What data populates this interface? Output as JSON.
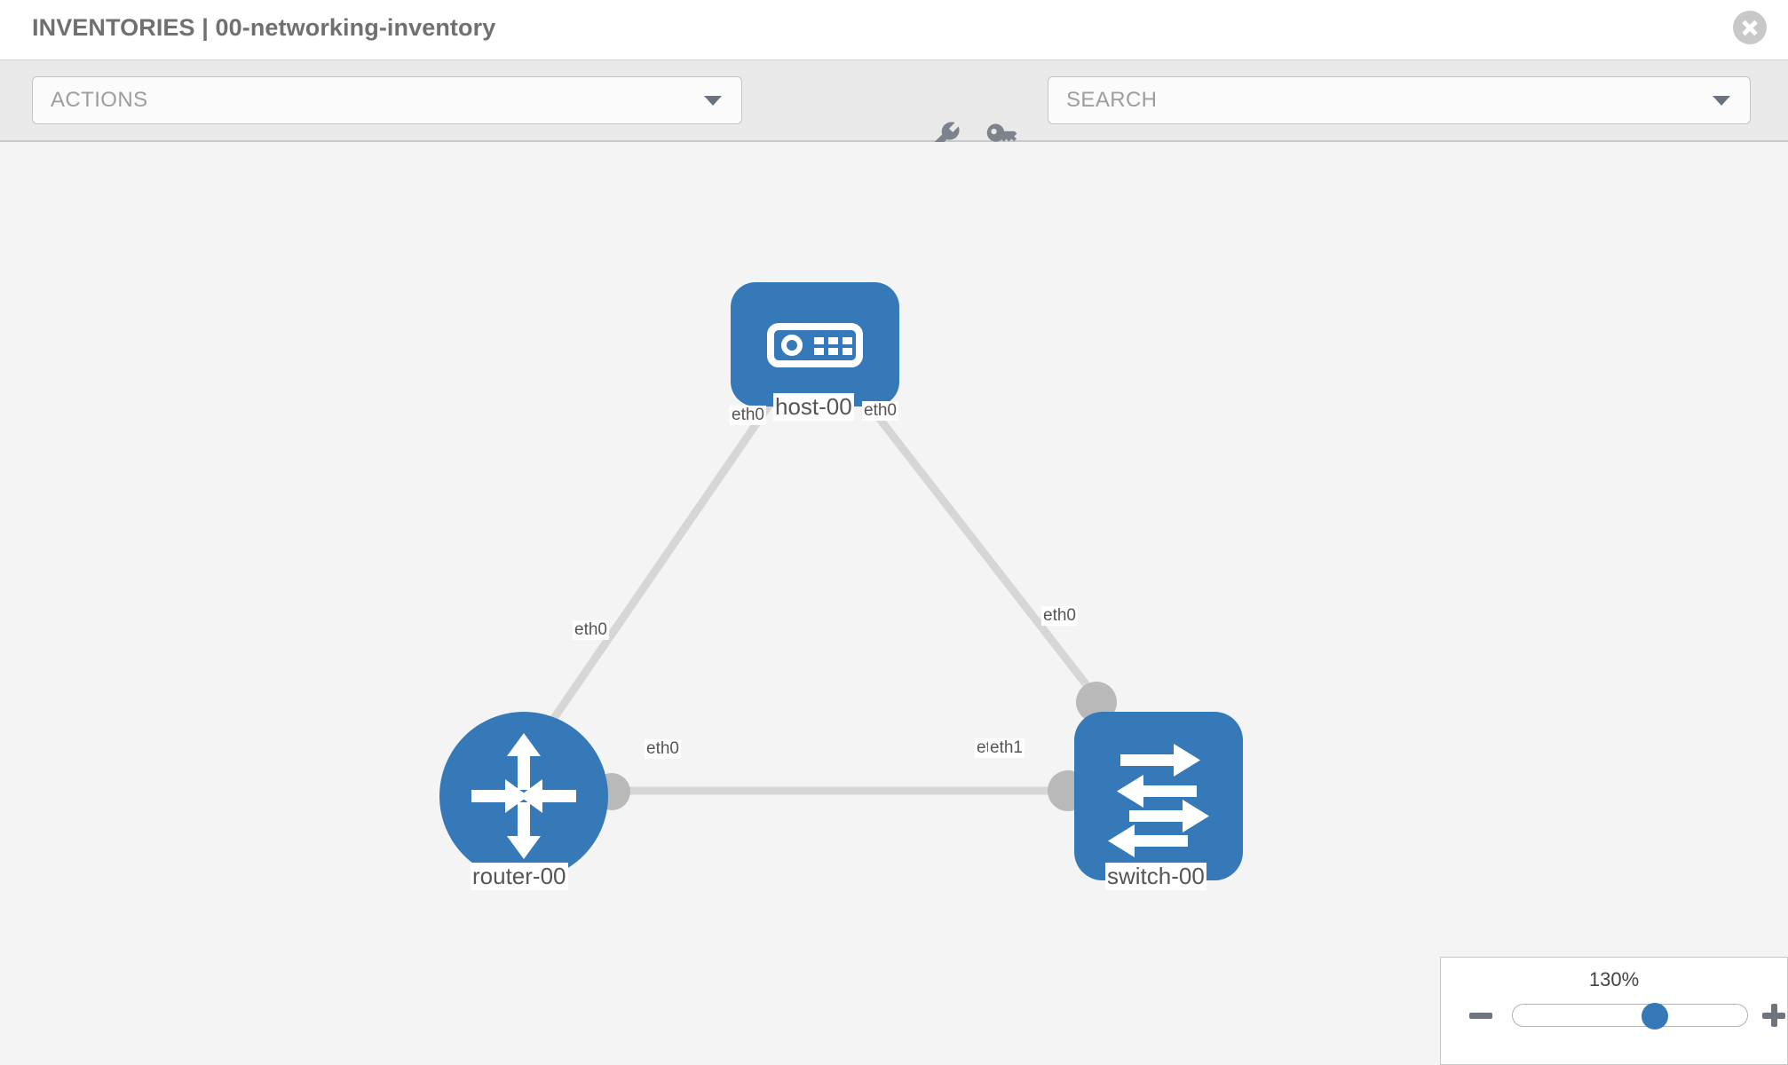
{
  "header": {
    "title": "INVENTORIES | 00-networking-inventory",
    "close_label": "close-icon"
  },
  "toolbar": {
    "actions_label": "ACTIONS",
    "search_placeholder": "SEARCH",
    "wrench_icon": "wrench-icon",
    "key_icon": "key-icon"
  },
  "topology": {
    "nodes": [
      {
        "id": "host-00",
        "label": "host-00",
        "type": "host",
        "shape": "rounded-square",
        "color": "#3579b8"
      },
      {
        "id": "router-00",
        "label": "router-00",
        "type": "router",
        "shape": "circle",
        "color": "#3579b8"
      },
      {
        "id": "switch-00",
        "label": "switch-00",
        "type": "switch",
        "shape": "rounded-square",
        "color": "#3579b8"
      }
    ],
    "edges": [
      {
        "from": "host-00",
        "to": "router-00",
        "from_label": "eth0",
        "to_label": "eth0"
      },
      {
        "from": "host-00",
        "to": "switch-00",
        "from_label": "eth0",
        "to_label": "eth0"
      },
      {
        "from": "router-00",
        "to": "switch-00",
        "from_label": "eth0",
        "to_label": "eth1"
      }
    ],
    "interface_labels": {
      "host_left": "eth0",
      "host_right": "eth0",
      "router_top": "eth0",
      "router_right": "eth0",
      "switch_top": "eth0",
      "switch_left_a": "eth0",
      "switch_left_b": "eth1"
    },
    "edge_color": "#d6d6d6",
    "nub_color": "#b9b9b9"
  },
  "zoom_control": {
    "value_label": "130%",
    "minus_label": "zoom-out",
    "plus_label": "zoom-in",
    "slider_percent": 62
  }
}
